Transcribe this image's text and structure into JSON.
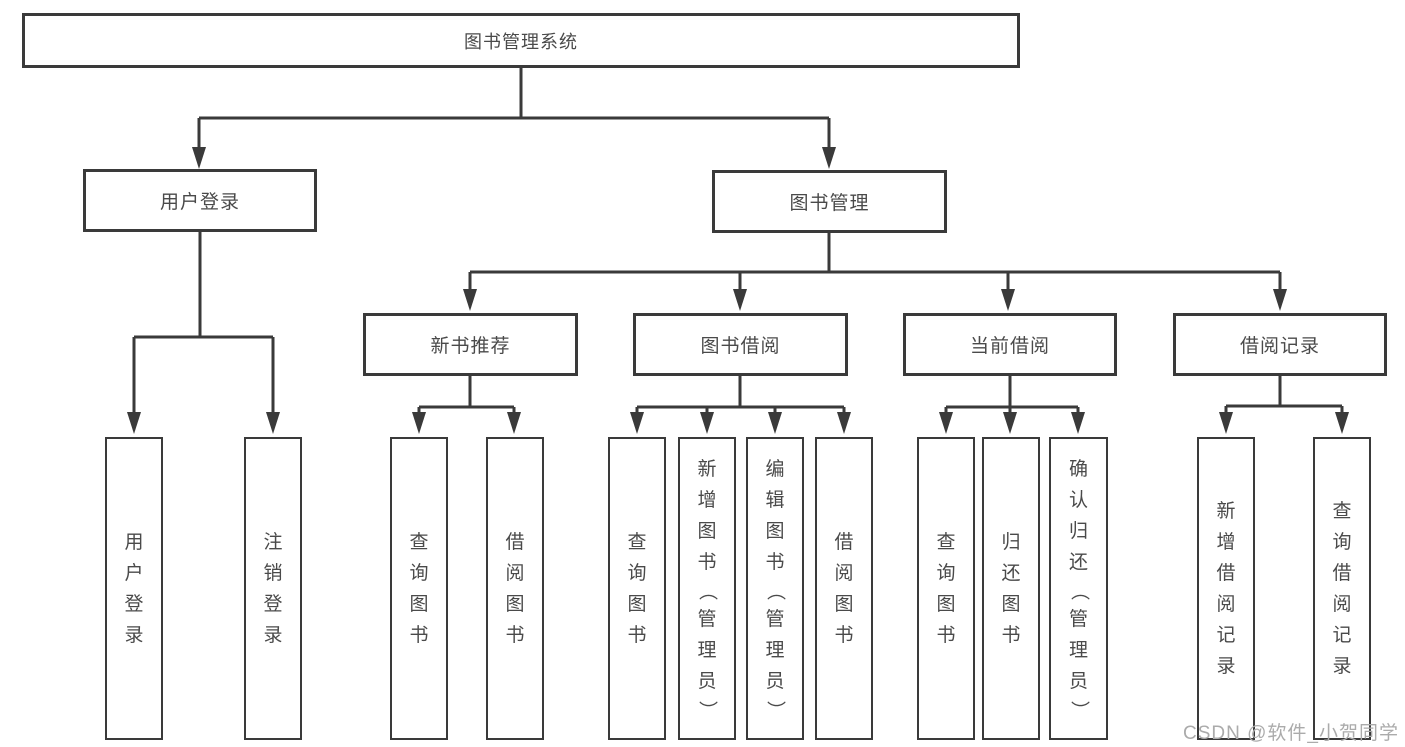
{
  "diagram": {
    "root": {
      "label": "图书管理系统"
    },
    "level2": {
      "user_login": {
        "label": "用户登录"
      },
      "book_mgmt": {
        "label": "图书管理"
      }
    },
    "level3": {
      "new_book_rec": {
        "label": "新书推荐"
      },
      "book_borrow": {
        "label": "图书借阅"
      },
      "current_borrow": {
        "label": "当前借阅"
      },
      "borrow_records": {
        "label": "借阅记录"
      }
    },
    "leaves": {
      "user_login": {
        "label": "用户登录"
      },
      "logout": {
        "label": "注销登录"
      },
      "rec_query_books": {
        "label": "查询图书"
      },
      "rec_borrow_books": {
        "label": "借阅图书"
      },
      "bb_query_books": {
        "label": "查询图书"
      },
      "bb_add_books": {
        "label": "新增图书（管理员）"
      },
      "bb_edit_books": {
        "label": "编辑图书（管理员）"
      },
      "bb_borrow_books": {
        "label": "借阅图书"
      },
      "cb_query_books": {
        "label": "查询图书"
      },
      "cb_return_books": {
        "label": "归还图书"
      },
      "cb_confirm_return": {
        "label": "确认归还（管理员）"
      },
      "br_add_record": {
        "label": "新增借阅记录"
      },
      "br_query_record": {
        "label": "查询借阅记录"
      }
    },
    "colors": {
      "line": "#3a3a3a",
      "text": "#4a4a4a",
      "box_background": "#ffffff"
    }
  },
  "watermark": {
    "text": "CSDN @软件_小贺同学",
    "color": "#ababab"
  }
}
